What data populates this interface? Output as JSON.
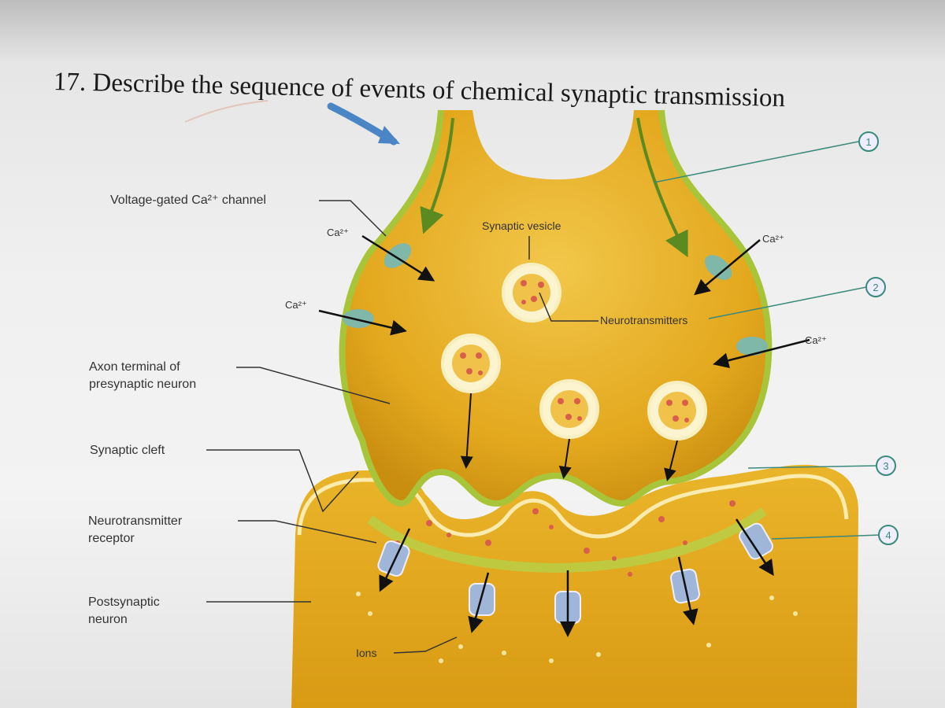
{
  "question": {
    "title": "17. Describe the sequence of events of chemical synaptic transmission"
  },
  "labels": {
    "voltage_gated_channel": "Voltage-gated Ca²⁺ channel",
    "axon_terminal_line1": "Axon terminal of",
    "axon_terminal_line2": "presynaptic neuron",
    "synaptic_cleft": "Synaptic cleft",
    "receptor_line1": "Neurotransmitter",
    "receptor_line2": "receptor",
    "postsynaptic_line1": "Postsynaptic",
    "postsynaptic_line2": "neuron",
    "synaptic_vesicle": "Synaptic vesicle",
    "neurotransmitters": "Neurotransmitters",
    "ions": "Ions",
    "calcium": "Ca²⁺"
  },
  "steps": [
    "1",
    "2",
    "3",
    "4"
  ],
  "colors": {
    "terminal_fill": "#e9b420",
    "terminal_dark": "#c98e10",
    "membrane": "#a8c53a",
    "channel": "#7fb7a8",
    "receptor": "#9fb6d8",
    "step_marker": "#3a8a7c",
    "annotation_arrow": "#4a86c6"
  }
}
